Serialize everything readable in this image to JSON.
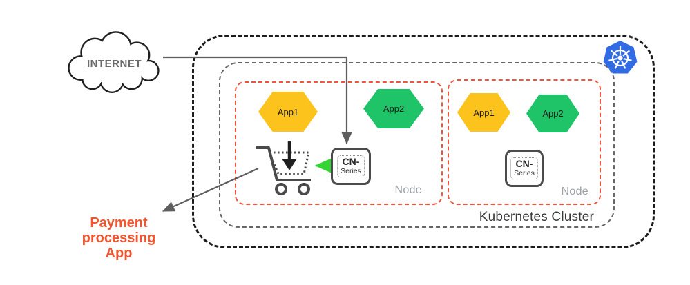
{
  "colors": {
    "app1": "#FCC31D",
    "app2": "#1FC469",
    "node_border": "#F0543C",
    "payment_text": "#F4552F",
    "k8s_blue": "#326CE5",
    "green_arrow": "#35D435",
    "connector": "#5E5E5E",
    "cart": "#4A4A4A",
    "boundary_outer": "#1C1C1C",
    "boundary_inner": "#63666A",
    "label_gray": "#9BA0A5",
    "cluster_text": "#37393B"
  },
  "internet": {
    "label": "INTERNET"
  },
  "cluster": {
    "label": "Kubernetes Cluster"
  },
  "nodes": [
    {
      "label": "Node",
      "apps": [
        {
          "label": "App1"
        },
        {
          "label": "App2"
        }
      ],
      "cn_series": {
        "line1": "CN-",
        "line2": "Series"
      }
    },
    {
      "label": "Node",
      "apps": [
        {
          "label": "App1"
        },
        {
          "label": "App2"
        }
      ],
      "cn_series": {
        "line1": "CN-",
        "line2": "Series"
      }
    }
  ],
  "payment": {
    "label": "Payment processing App"
  }
}
